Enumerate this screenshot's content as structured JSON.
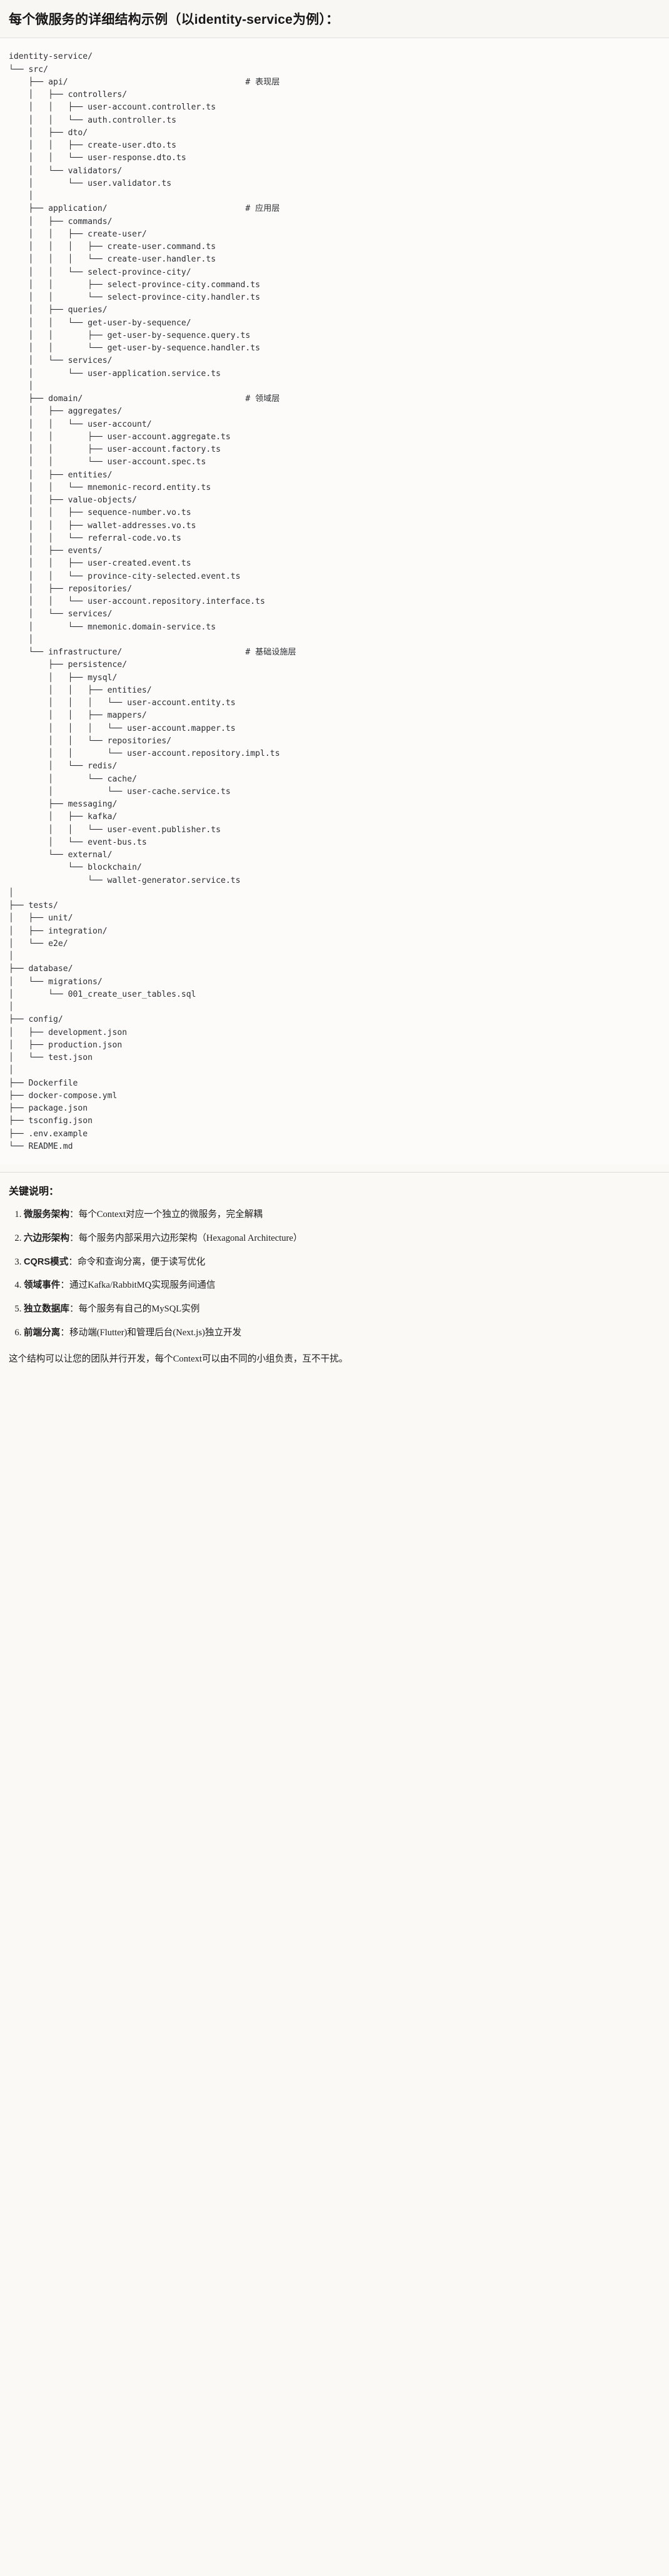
{
  "header": {
    "title": "每个微服务的详细结构示例（以identity-service为例）："
  },
  "tree": {
    "root_label": "identity-service/",
    "comment_column": 48,
    "lines": [
      {
        "prefix": "",
        "label": "identity-service/",
        "comment": ""
      },
      {
        "prefix": "└── ",
        "label": "src/",
        "comment": ""
      },
      {
        "prefix": "    ├── ",
        "label": "api/",
        "comment": "# 表现层"
      },
      {
        "prefix": "    │   ├── ",
        "label": "controllers/",
        "comment": ""
      },
      {
        "prefix": "    │   │   ├── ",
        "label": "user-account.controller.ts",
        "comment": ""
      },
      {
        "prefix": "    │   │   └── ",
        "label": "auth.controller.ts",
        "comment": ""
      },
      {
        "prefix": "    │   ├── ",
        "label": "dto/",
        "comment": ""
      },
      {
        "prefix": "    │   │   ├── ",
        "label": "create-user.dto.ts",
        "comment": ""
      },
      {
        "prefix": "    │   │   └── ",
        "label": "user-response.dto.ts",
        "comment": ""
      },
      {
        "prefix": "    │   └── ",
        "label": "validators/",
        "comment": ""
      },
      {
        "prefix": "    │       └── ",
        "label": "user.validator.ts",
        "comment": ""
      },
      {
        "prefix": "    │",
        "label": "",
        "comment": ""
      },
      {
        "prefix": "    ├── ",
        "label": "application/",
        "comment": "# 应用层"
      },
      {
        "prefix": "    │   ├── ",
        "label": "commands/",
        "comment": ""
      },
      {
        "prefix": "    │   │   ├── ",
        "label": "create-user/",
        "comment": ""
      },
      {
        "prefix": "    │   │   │   ├── ",
        "label": "create-user.command.ts",
        "comment": ""
      },
      {
        "prefix": "    │   │   │   └── ",
        "label": "create-user.handler.ts",
        "comment": ""
      },
      {
        "prefix": "    │   │   └── ",
        "label": "select-province-city/",
        "comment": ""
      },
      {
        "prefix": "    │   │       ├── ",
        "label": "select-province-city.command.ts",
        "comment": ""
      },
      {
        "prefix": "    │   │       └── ",
        "label": "select-province-city.handler.ts",
        "comment": ""
      },
      {
        "prefix": "    │   ├── ",
        "label": "queries/",
        "comment": ""
      },
      {
        "prefix": "    │   │   └── ",
        "label": "get-user-by-sequence/",
        "comment": ""
      },
      {
        "prefix": "    │   │       ├── ",
        "label": "get-user-by-sequence.query.ts",
        "comment": ""
      },
      {
        "prefix": "    │   │       └── ",
        "label": "get-user-by-sequence.handler.ts",
        "comment": ""
      },
      {
        "prefix": "    │   └── ",
        "label": "services/",
        "comment": ""
      },
      {
        "prefix": "    │       └── ",
        "label": "user-application.service.ts",
        "comment": ""
      },
      {
        "prefix": "    │",
        "label": "",
        "comment": ""
      },
      {
        "prefix": "    ├── ",
        "label": "domain/",
        "comment": "# 领域层"
      },
      {
        "prefix": "    │   ├── ",
        "label": "aggregates/",
        "comment": ""
      },
      {
        "prefix": "    │   │   └── ",
        "label": "user-account/",
        "comment": ""
      },
      {
        "prefix": "    │   │       ├── ",
        "label": "user-account.aggregate.ts",
        "comment": ""
      },
      {
        "prefix": "    │   │       ├── ",
        "label": "user-account.factory.ts",
        "comment": ""
      },
      {
        "prefix": "    │   │       └── ",
        "label": "user-account.spec.ts",
        "comment": ""
      },
      {
        "prefix": "    │   ├── ",
        "label": "entities/",
        "comment": ""
      },
      {
        "prefix": "    │   │   └── ",
        "label": "mnemonic-record.entity.ts",
        "comment": ""
      },
      {
        "prefix": "    │   ├── ",
        "label": "value-objects/",
        "comment": ""
      },
      {
        "prefix": "    │   │   ├── ",
        "label": "sequence-number.vo.ts",
        "comment": ""
      },
      {
        "prefix": "    │   │   ├── ",
        "label": "wallet-addresses.vo.ts",
        "comment": ""
      },
      {
        "prefix": "    │   │   └── ",
        "label": "referral-code.vo.ts",
        "comment": ""
      },
      {
        "prefix": "    │   ├── ",
        "label": "events/",
        "comment": ""
      },
      {
        "prefix": "    │   │   ├── ",
        "label": "user-created.event.ts",
        "comment": ""
      },
      {
        "prefix": "    │   │   └── ",
        "label": "province-city-selected.event.ts",
        "comment": ""
      },
      {
        "prefix": "    │   ├── ",
        "label": "repositories/",
        "comment": ""
      },
      {
        "prefix": "    │   │   └── ",
        "label": "user-account.repository.interface.ts",
        "comment": ""
      },
      {
        "prefix": "    │   └── ",
        "label": "services/",
        "comment": ""
      },
      {
        "prefix": "    │       └── ",
        "label": "mnemonic.domain-service.ts",
        "comment": ""
      },
      {
        "prefix": "    │",
        "label": "",
        "comment": ""
      },
      {
        "prefix": "    └── ",
        "label": "infrastructure/",
        "comment": "# 基础设施层"
      },
      {
        "prefix": "        ├── ",
        "label": "persistence/",
        "comment": ""
      },
      {
        "prefix": "        │   ├── ",
        "label": "mysql/",
        "comment": ""
      },
      {
        "prefix": "        │   │   ├── ",
        "label": "entities/",
        "comment": ""
      },
      {
        "prefix": "        │   │   │   └── ",
        "label": "user-account.entity.ts",
        "comment": ""
      },
      {
        "prefix": "        │   │   ├── ",
        "label": "mappers/",
        "comment": ""
      },
      {
        "prefix": "        │   │   │   └── ",
        "label": "user-account.mapper.ts",
        "comment": ""
      },
      {
        "prefix": "        │   │   └── ",
        "label": "repositories/",
        "comment": ""
      },
      {
        "prefix": "        │   │       └── ",
        "label": "user-account.repository.impl.ts",
        "comment": ""
      },
      {
        "prefix": "        │   └── ",
        "label": "redis/",
        "comment": ""
      },
      {
        "prefix": "        │       └── ",
        "label": "cache/",
        "comment": ""
      },
      {
        "prefix": "        │           └── ",
        "label": "user-cache.service.ts",
        "comment": ""
      },
      {
        "prefix": "        ├── ",
        "label": "messaging/",
        "comment": ""
      },
      {
        "prefix": "        │   ├── ",
        "label": "kafka/",
        "comment": ""
      },
      {
        "prefix": "        │   │   └── ",
        "label": "user-event.publisher.ts",
        "comment": ""
      },
      {
        "prefix": "        │   └── ",
        "label": "event-bus.ts",
        "comment": ""
      },
      {
        "prefix": "        └── ",
        "label": "external/",
        "comment": ""
      },
      {
        "prefix": "            └── ",
        "label": "blockchain/",
        "comment": ""
      },
      {
        "prefix": "                └── ",
        "label": "wallet-generator.service.ts",
        "comment": ""
      },
      {
        "prefix": "│",
        "label": "",
        "comment": ""
      },
      {
        "prefix": "├── ",
        "label": "tests/",
        "comment": ""
      },
      {
        "prefix": "│   ├── ",
        "label": "unit/",
        "comment": ""
      },
      {
        "prefix": "│   ├── ",
        "label": "integration/",
        "comment": ""
      },
      {
        "prefix": "│   └── ",
        "label": "e2e/",
        "comment": ""
      },
      {
        "prefix": "│",
        "label": "",
        "comment": ""
      },
      {
        "prefix": "├── ",
        "label": "database/",
        "comment": ""
      },
      {
        "prefix": "│   └── ",
        "label": "migrations/",
        "comment": ""
      },
      {
        "prefix": "│       └── ",
        "label": "001_create_user_tables.sql",
        "comment": ""
      },
      {
        "prefix": "│",
        "label": "",
        "comment": ""
      },
      {
        "prefix": "├── ",
        "label": "config/",
        "comment": ""
      },
      {
        "prefix": "│   ├── ",
        "label": "development.json",
        "comment": ""
      },
      {
        "prefix": "│   ├── ",
        "label": "production.json",
        "comment": ""
      },
      {
        "prefix": "│   └── ",
        "label": "test.json",
        "comment": ""
      },
      {
        "prefix": "│",
        "label": "",
        "comment": ""
      },
      {
        "prefix": "├── ",
        "label": "Dockerfile",
        "comment": ""
      },
      {
        "prefix": "├── ",
        "label": "docker-compose.yml",
        "comment": ""
      },
      {
        "prefix": "├── ",
        "label": "package.json",
        "comment": ""
      },
      {
        "prefix": "├── ",
        "label": "tsconfig.json",
        "comment": ""
      },
      {
        "prefix": "├── ",
        "label": ".env.example",
        "comment": ""
      },
      {
        "prefix": "└── ",
        "label": "README.md",
        "comment": ""
      }
    ]
  },
  "notes": {
    "title": "关键说明：",
    "items": [
      {
        "term": "微服务架构",
        "sep": "：",
        "desc": "每个Context对应一个独立的微服务，完全解耦"
      },
      {
        "term": "六边形架构",
        "sep": "：",
        "desc": "每个服务内部采用六边形架构（Hexagonal Architecture）"
      },
      {
        "term": "CQRS模式",
        "sep": "：",
        "desc": "命令和查询分离，便于读写优化"
      },
      {
        "term": "领域事件",
        "sep": "：",
        "desc": "通过Kafka/RabbitMQ实现服务间通信"
      },
      {
        "term": "独立数据库",
        "sep": "：",
        "desc": "每个服务有自己的MySQL实例"
      },
      {
        "term": "前端分离",
        "sep": "：",
        "desc": "移动端(Flutter)和管理后台(Next.js)独立开发"
      }
    ],
    "closing": "这个结构可以让您的团队并行开发，每个Context可以由不同的小组负责，互不干扰。"
  }
}
